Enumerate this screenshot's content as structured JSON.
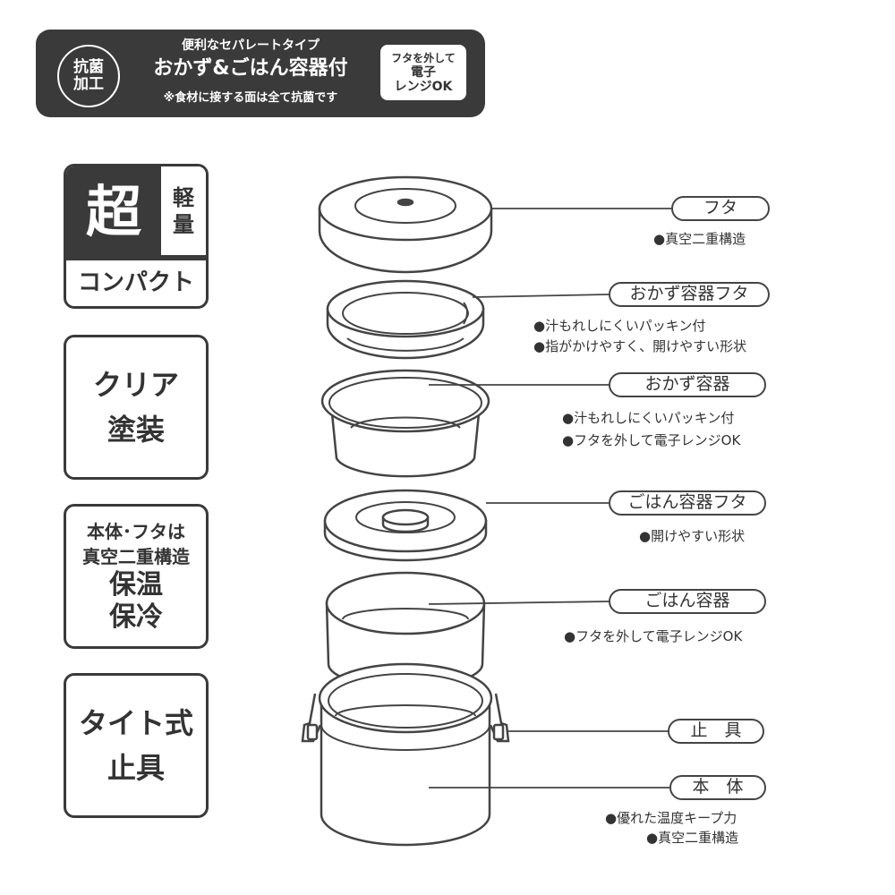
{
  "banner": {
    "badge": [
      "抗菌",
      "加工"
    ],
    "line1": "便利なセパレートタイプ",
    "line2": "おかず&ごはん容器付",
    "line3": "※食材に接する面は全て抗菌です",
    "microwave": [
      "フタを外して",
      "電子",
      "レンジOK"
    ]
  },
  "features": {
    "box1": {
      "big": "超",
      "side": [
        "軽",
        "量"
      ],
      "bottom": "コンパクト"
    },
    "box2": [
      "クリア",
      "塗装"
    ],
    "box3": {
      "small": [
        "本体･フタは",
        "真空二重構造"
      ],
      "big": [
        "保温",
        "保冷"
      ]
    },
    "box4": [
      "タイト式",
      "止具"
    ]
  },
  "parts": [
    {
      "label": "フタ",
      "notes": [
        "●真空二重構造"
      ]
    },
    {
      "label": "おかず容器フタ",
      "notes": [
        "●汁もれしにくいパッキン付",
        "●指がかけやすく、開けやすい形状"
      ]
    },
    {
      "label": "おかず容器",
      "notes": [
        "●汁もれしにくいパッキン付",
        "●フタを外して電子レンジOK"
      ]
    },
    {
      "label": "ごはん容器フタ",
      "notes": [
        "●開けやすい形状"
      ]
    },
    {
      "label": "ごはん容器",
      "notes": [
        "●フタを外して電子レンジOK"
      ]
    },
    {
      "label": "止　具",
      "notes": []
    },
    {
      "label": "本　体",
      "notes": [
        "●優れた温度キープ力",
        "●真空二重構造"
      ]
    }
  ]
}
